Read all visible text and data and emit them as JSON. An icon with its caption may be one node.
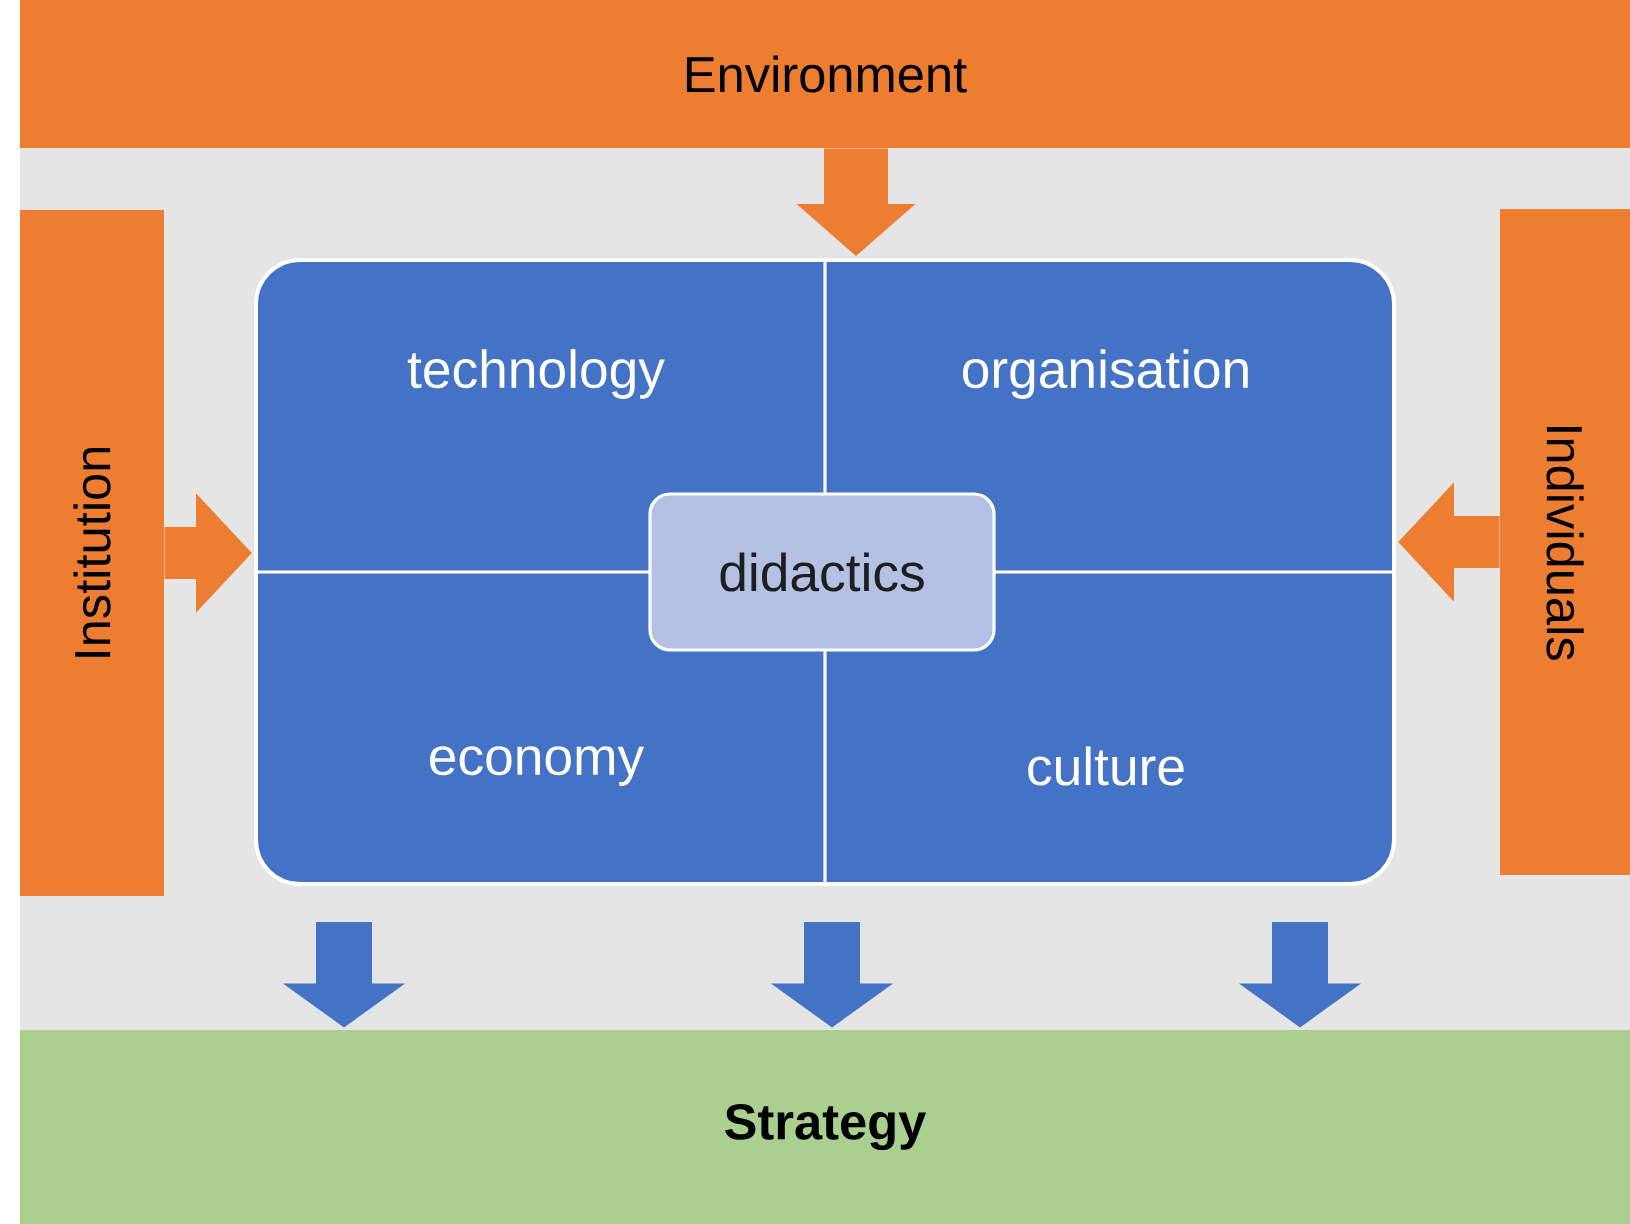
{
  "diagram": {
    "nodes": [
      {
        "text": [
          "Environment"
        ]
      },
      {
        "text": [
          "Institution"
        ]
      },
      {
        "text": [
          "Individuals"
        ]
      },
      {
        "text": [],
        "shape": "box"
      },
      {
        "text": [
          "technology"
        ],
        "in": 3
      },
      {
        "text": [
          "organisation"
        ],
        "in": 3
      },
      {
        "text": [
          "economy"
        ],
        "in": 3
      },
      {
        "text": [
          "culture"
        ],
        "in": 3
      },
      {
        "text": [
          "didactics"
        ],
        "in": 3
      },
      {
        "text": [
          "Strategy"
        ]
      }
    ],
    "edges": [
      {
        "from": 0,
        "to": 3,
        "arrow": "to",
        "color": "#ed7d31"
      },
      {
        "from": 1,
        "to": 3,
        "arrow": "to",
        "color": "#ed7d31"
      },
      {
        "from": 2,
        "to": 3,
        "arrow": "to",
        "color": "#ed7d31"
      },
      {
        "from": 3,
        "to": 9,
        "arrow": "to",
        "color": "#4472c4"
      },
      {
        "from": 3,
        "to": 9,
        "arrow": "to",
        "color": "#4472c4"
      },
      {
        "from": 3,
        "to": 9,
        "arrow": "to",
        "color": "#4472c4"
      }
    ]
  }
}
